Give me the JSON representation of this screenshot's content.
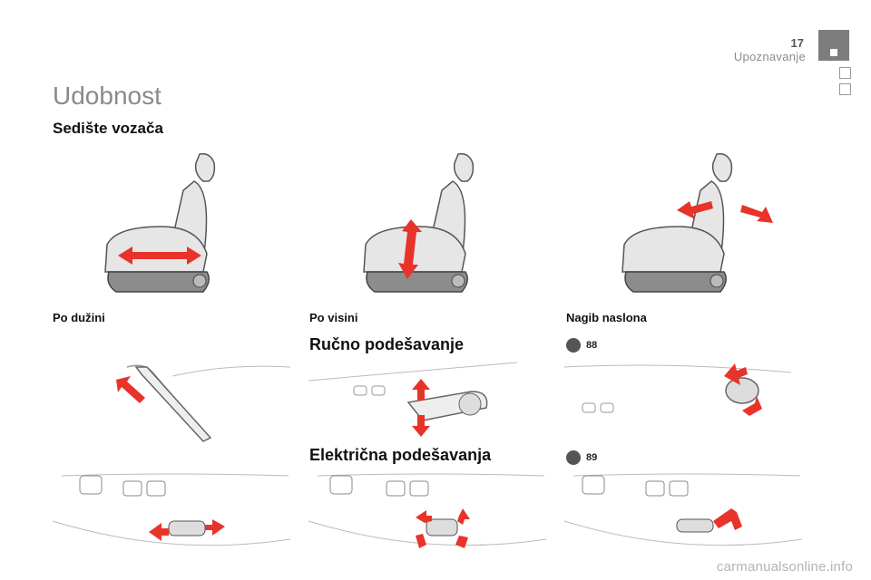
{
  "header": {
    "page_number": "17",
    "section": "Upoznavanje"
  },
  "title": "Udobnost",
  "subtitle": "Sedište vozača",
  "seats": [
    {
      "label": "Po dužini"
    },
    {
      "label": "Po visini"
    },
    {
      "label": "Nagib naslona"
    }
  ],
  "manual": {
    "heading": "Ručno podešavanje",
    "ref": "88"
  },
  "electric": {
    "heading": "Električna podešavanja",
    "ref": "89"
  },
  "footer": {
    "watermark": "carmanualsonline.info"
  },
  "colors": {
    "arrow": "#e8332a",
    "seat": "#e6e6e6",
    "seat_dark": "#8c8c8c",
    "tab": "#7d7d7d"
  }
}
